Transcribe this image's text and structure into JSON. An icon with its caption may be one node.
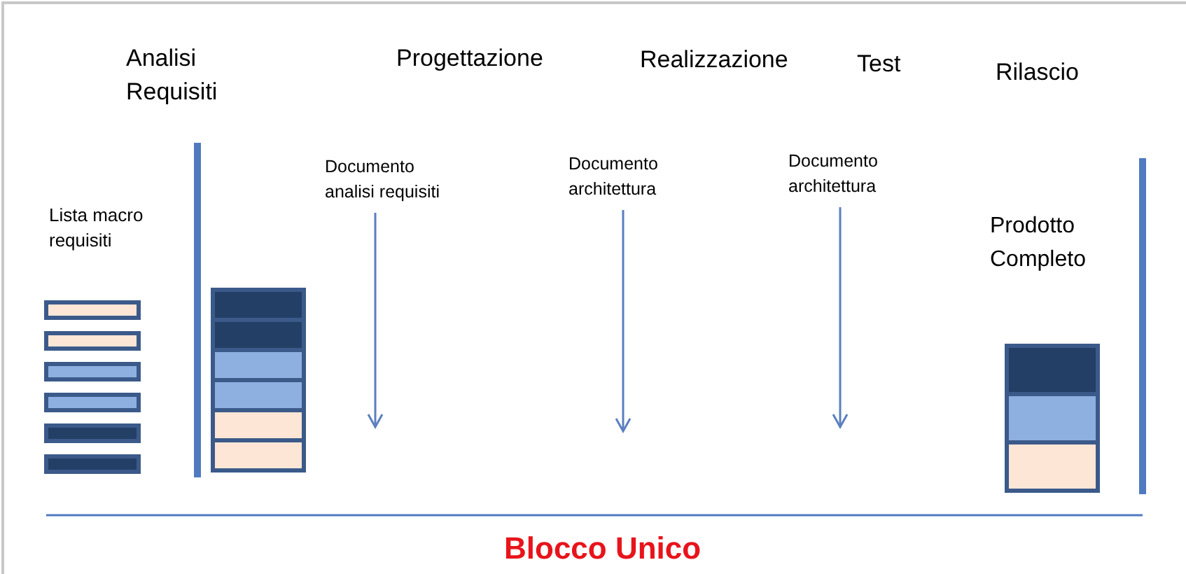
{
  "diagram": {
    "nodes": [
      {
        "text": [
          "Documento analisi requisiti"
        ]
      },
      {
        "text": [
          "Documento architettura"
        ]
      },
      {
        "text": [
          "Documento architettura"
        ]
      }
    ],
    "edges": [
      {
        "from": 0,
        "to": null,
        "arrow": "to"
      },
      {
        "from": 1,
        "to": null,
        "arrow": "to"
      },
      {
        "from": 2,
        "to": null,
        "arrow": "to"
      }
    ],
    "labels": [
      "Analisi Requisiti",
      "Progettazione",
      "Realizzazione",
      "Test",
      "Rilascio",
      "Lista macro requisiti",
      "Prodotto Completo",
      "Blocco Unico"
    ]
  }
}
